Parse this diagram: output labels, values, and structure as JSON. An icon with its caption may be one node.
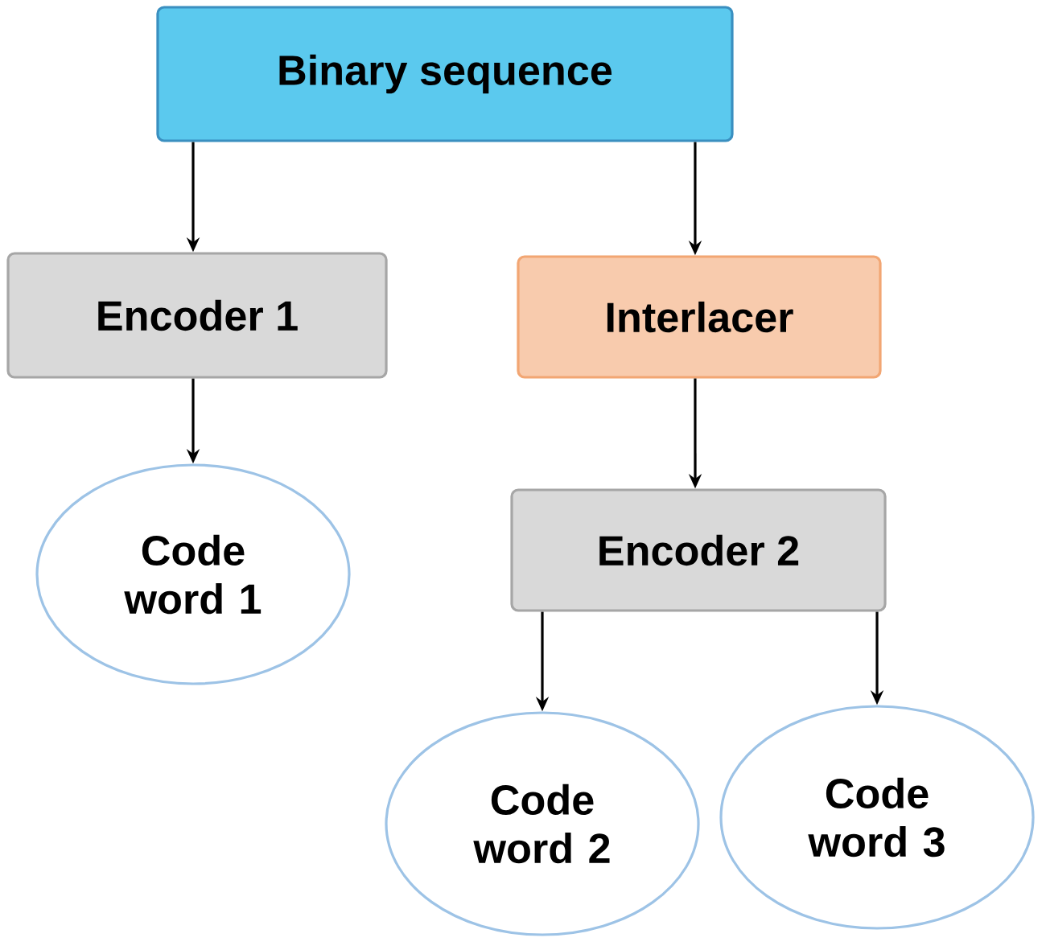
{
  "diagram": {
    "nodes": [
      {
        "text": [
          "Binary sequence"
        ]
      },
      {
        "text": [
          "Encoder 1"
        ]
      },
      {
        "text": [
          "Interlacer"
        ]
      },
      {
        "text": [
          "Code word 1"
        ]
      },
      {
        "text": [
          "Encoder 2"
        ]
      },
      {
        "text": [
          "Code word 2"
        ]
      },
      {
        "text": [
          "Code word 3"
        ]
      }
    ],
    "edges": [
      {
        "from": 0,
        "to": 1,
        "arrow": "to"
      },
      {
        "from": 0,
        "to": 2,
        "arrow": "to"
      },
      {
        "from": 1,
        "to": 3,
        "arrow": "to"
      },
      {
        "from": 2,
        "to": 4,
        "arrow": "to"
      },
      {
        "from": 4,
        "to": 5,
        "arrow": "to"
      },
      {
        "from": 4,
        "to": 6,
        "arrow": "to"
      }
    ]
  }
}
